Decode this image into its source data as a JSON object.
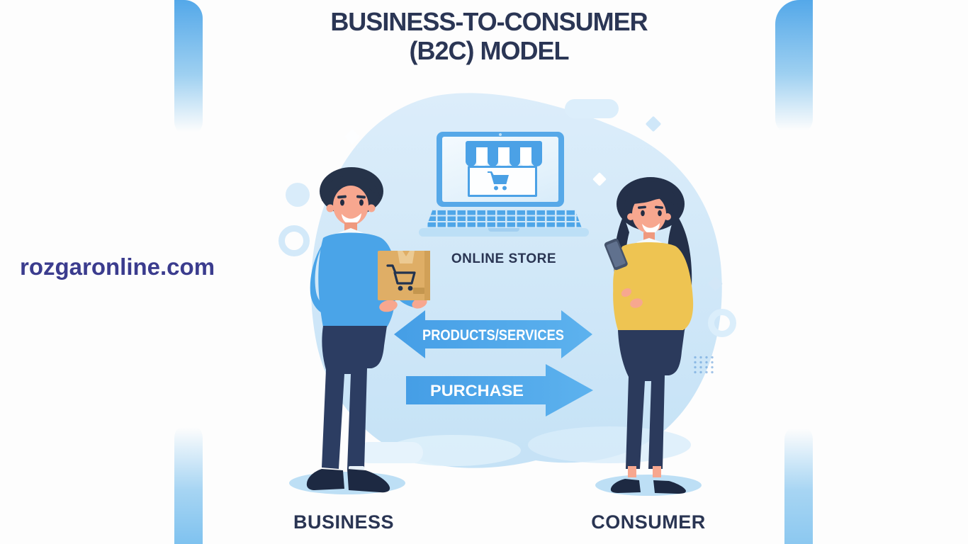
{
  "header": {
    "title_line1": "BUSINESS-TO-CONSUMER",
    "title_line2": "(B2C) MODEL"
  },
  "watermark": {
    "text": "rozgaronline.com"
  },
  "diagram": {
    "online_store_label": "ONLINE STORE",
    "business_label": "BUSINESS",
    "consumer_label": "CONSUMER",
    "arrows": {
      "products": {
        "label": "PRODUCTS/SERVICES",
        "direction": "bidirectional"
      },
      "purchase": {
        "label": "PURCHASE",
        "direction": "consumer-to-business-payment"
      }
    },
    "colors": {
      "arrow_blue": "#4aa2e8",
      "blob_blue": "#cde6f7",
      "navy_text": "#2b3655",
      "watermark_indigo": "#3b3c8e",
      "business_sweater_blue": "#4aa4e8",
      "consumer_sweater_yellow": "#eec452",
      "package_tan": "#dfae66",
      "laptop_blue": "#56a8e8"
    }
  }
}
